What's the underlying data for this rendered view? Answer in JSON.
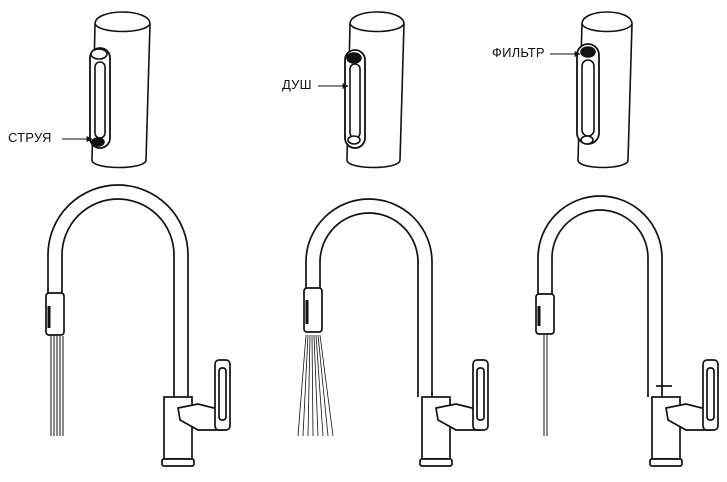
{
  "labels": {
    "jet": "СТРУЯ",
    "shower": "ДУШ",
    "filter": "ФИЛЬТР"
  },
  "colors": {
    "line": "#111111",
    "background": "#ffffff"
  }
}
